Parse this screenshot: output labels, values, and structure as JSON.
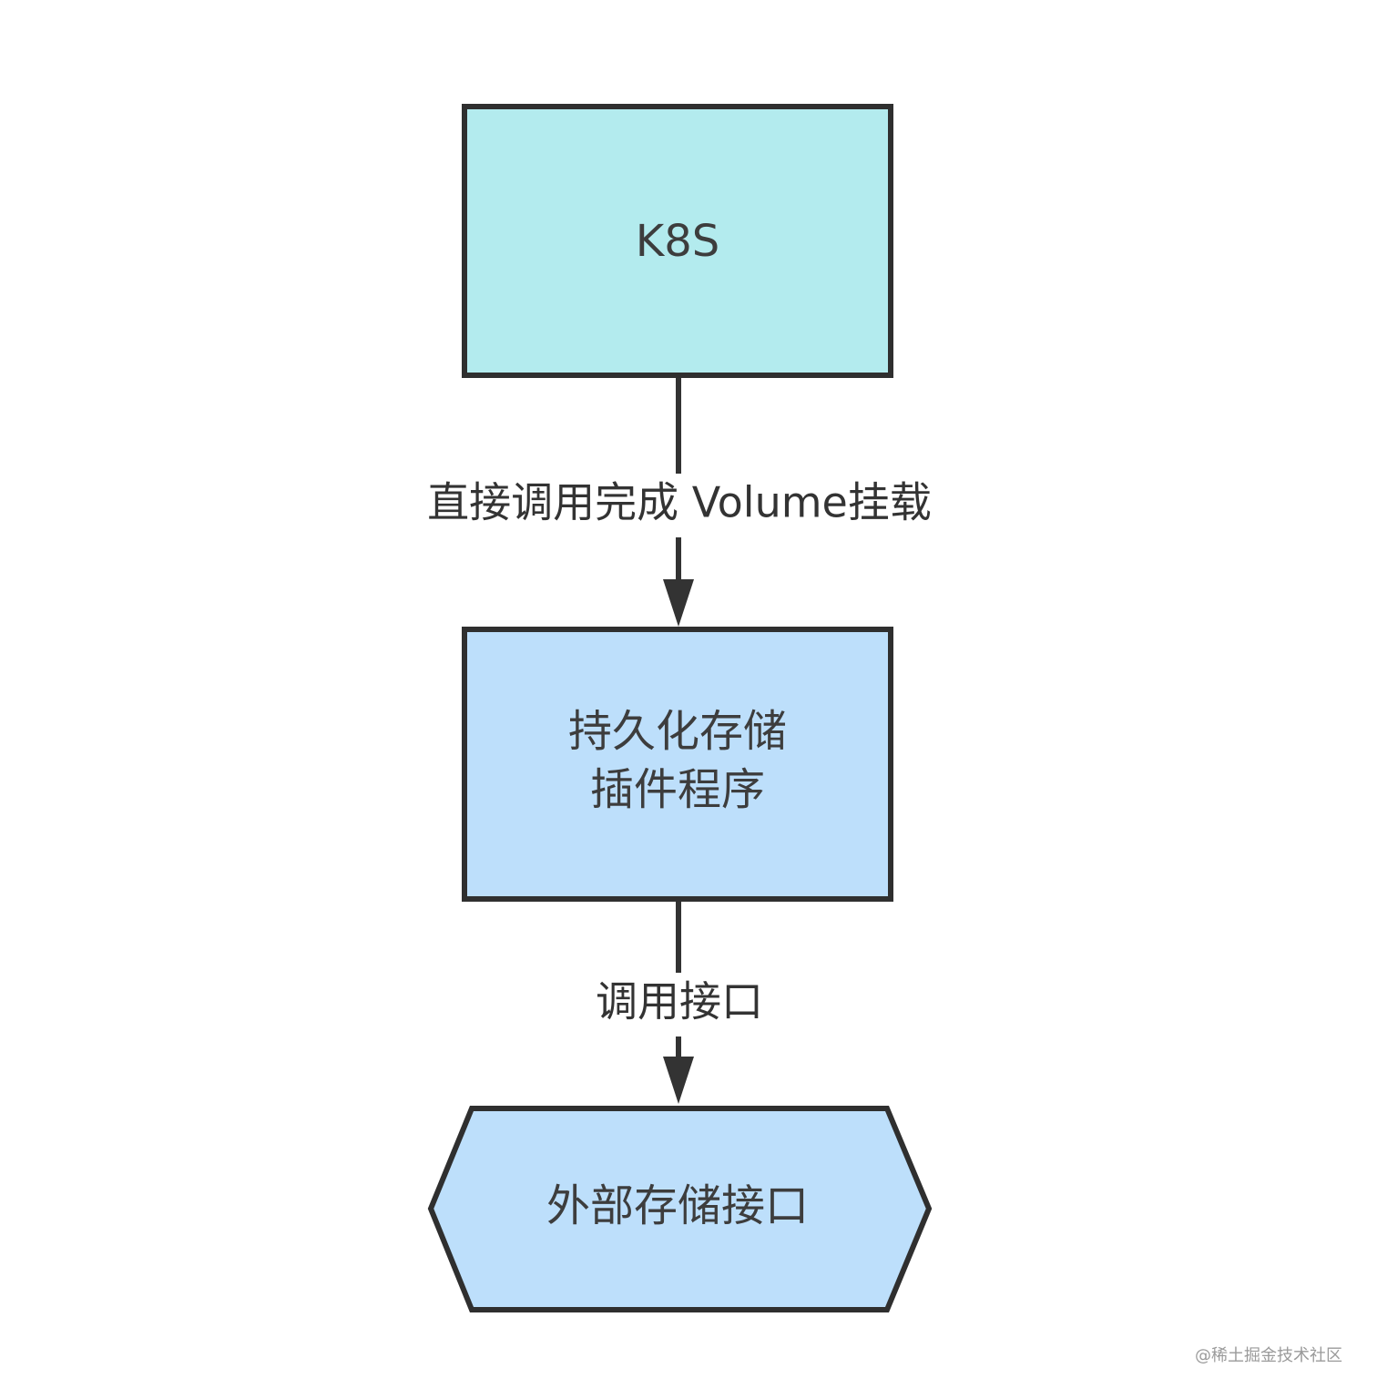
{
  "nodes": {
    "k8s": {
      "label": "K8S",
      "fill": "#b3ebee",
      "stroke": "#2f2f2f"
    },
    "plugin": {
      "line1": "持久化存储",
      "line2": "插件程序",
      "fill": "#bddffb",
      "stroke": "#2f2f2f"
    },
    "external": {
      "label": "外部存储接口",
      "fill": "#bddffb",
      "stroke": "#2f2f2f"
    }
  },
  "edges": {
    "k8s_to_plugin": {
      "label": "直接调用完成 Volume挂载"
    },
    "plugin_to_external": {
      "label": "调用接口"
    }
  },
  "edge_color": "#333333",
  "watermark": "@稀土掘金技术社区"
}
